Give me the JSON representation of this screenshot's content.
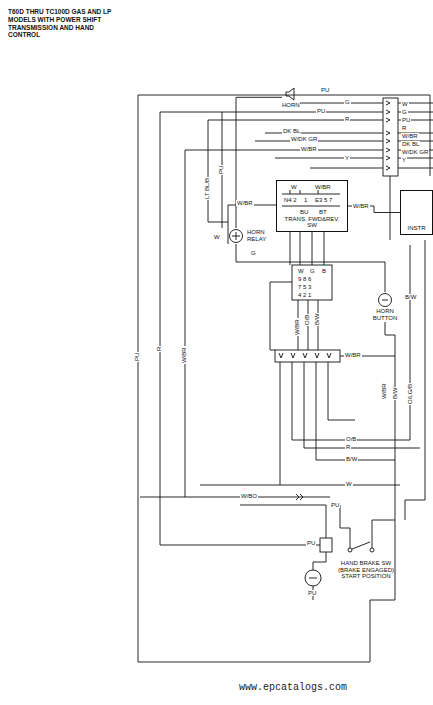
{
  "diagram": {
    "title": "T60D THRU TC100D GAS AND LP MODELS WITH POWER SHIFT TRANSMISSION AND HAND CONTROL",
    "nodes": [
      {
        "text": [
          "HORN"
        ]
      },
      {
        "text": [
          "TRANS. FWD&REV. SW"
        ]
      },
      {
        "text": [
          "HORN RELAY"
        ]
      },
      {
        "text": [
          "HORN BUTTON"
        ]
      },
      {
        "text": [
          "INSTR"
        ]
      },
      {
        "text": [
          "HAND BRAKE SW (BRAKE ENGAGED) START POSITION"
        ]
      }
    ],
    "edges": [
      {
        "from": 3,
        "to": 2,
        "arrow": "none"
      },
      {
        "from": 2,
        "to": 0,
        "arrow": "none"
      },
      {
        "from": 1,
        "to": 4,
        "label": "W/BR",
        "arrow": "none"
      }
    ],
    "labels": [
      "PU",
      "G",
      "PU",
      "R",
      "DK BL",
      "W/DK GR",
      "W/BR",
      "Y",
      "W",
      "G",
      "PU",
      "R",
      "W/BR",
      "DK BL",
      "W/DK GR",
      "Y",
      "PU",
      "LT BL/B",
      "W/BR",
      "W",
      "W/BR",
      "N4 2",
      "1",
      "E3 5 7",
      "BU",
      "BT",
      "W",
      "G",
      "W",
      "G",
      "B",
      "9 8 6",
      "7 5 3",
      "4 2 1",
      "W/BR",
      "O/B",
      "B/W",
      "W/BR",
      "B/W",
      "W/BR",
      "B/W",
      "O/LG/B",
      "O/B",
      "R",
      "B/W",
      "W",
      "W/BO",
      "PU",
      "PU",
      "R",
      "W/BR",
      "PU",
      "PU",
      "www.epcatalogs.com"
    ]
  }
}
